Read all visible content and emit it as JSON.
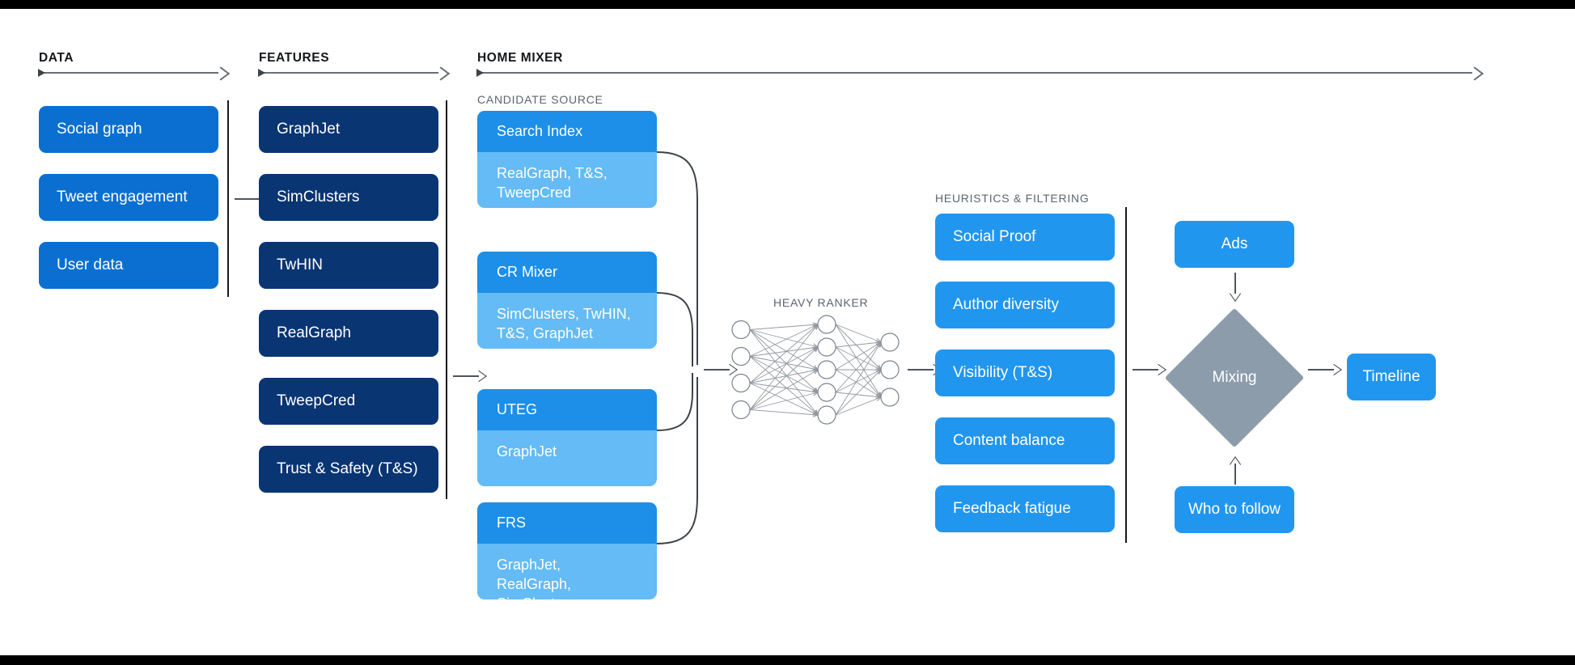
{
  "page": {
    "background": "#ffffff",
    "frame_color": "#000000",
    "accent_data": "#0a6fd0",
    "accent_feature": "#0a3573",
    "accent_candidate_head": "#1d8fe8",
    "accent_candidate_body": "#64bbf5",
    "accent_heuristic": "#2196ef",
    "accent_mixing": "#8d9cab"
  },
  "sections": {
    "data": {
      "label": "DATA"
    },
    "features": {
      "label": "FEATURES"
    },
    "home_mixer": {
      "label": "HOME MIXER"
    },
    "candidate_source": {
      "label": "CANDIDATE SOURCE"
    },
    "heavy_ranker": {
      "label": "HEAVY RANKER"
    },
    "heuristics": {
      "label": "HEURISTICS & FILTERING"
    }
  },
  "data_column": {
    "items": [
      {
        "label": "Social graph"
      },
      {
        "label": "Tweet engagement"
      },
      {
        "label": "User data"
      }
    ]
  },
  "features_column": {
    "items": [
      {
        "label": "GraphJet"
      },
      {
        "label": "SimClusters"
      },
      {
        "label": "TwHIN"
      },
      {
        "label": "RealGraph"
      },
      {
        "label": "TweepCred"
      },
      {
        "label": "Trust & Safety (T&S)"
      }
    ]
  },
  "candidate_sources": {
    "cards": [
      {
        "title": "Search Index",
        "features": "RealGraph, T&S,\nTweepCred"
      },
      {
        "title": "CR Mixer",
        "features": "SimClusters, TwHIN,\nT&S, GraphJet"
      },
      {
        "title": "UTEG",
        "features": "GraphJet"
      },
      {
        "title": "FRS",
        "features": "GraphJet, RealGraph,\nSimClusters"
      }
    ]
  },
  "heavy_ranker": {
    "label": "HEAVY RANKER",
    "layers": [
      4,
      5,
      3
    ],
    "node_fill": "#ffffff",
    "node_stroke": "#7b8490"
  },
  "heuristics_column": {
    "items": [
      {
        "label": "Social Proof"
      },
      {
        "label": "Author diversity"
      },
      {
        "label": "Visibility (T&S)"
      },
      {
        "label": "Content balance"
      },
      {
        "label": "Feedback fatigue"
      }
    ]
  },
  "output_stage": {
    "ads": {
      "label": "Ads"
    },
    "mixing": {
      "label": "Mixing"
    },
    "who_to_follow": {
      "label": "Who to follow"
    },
    "timeline": {
      "label": "Timeline"
    }
  }
}
